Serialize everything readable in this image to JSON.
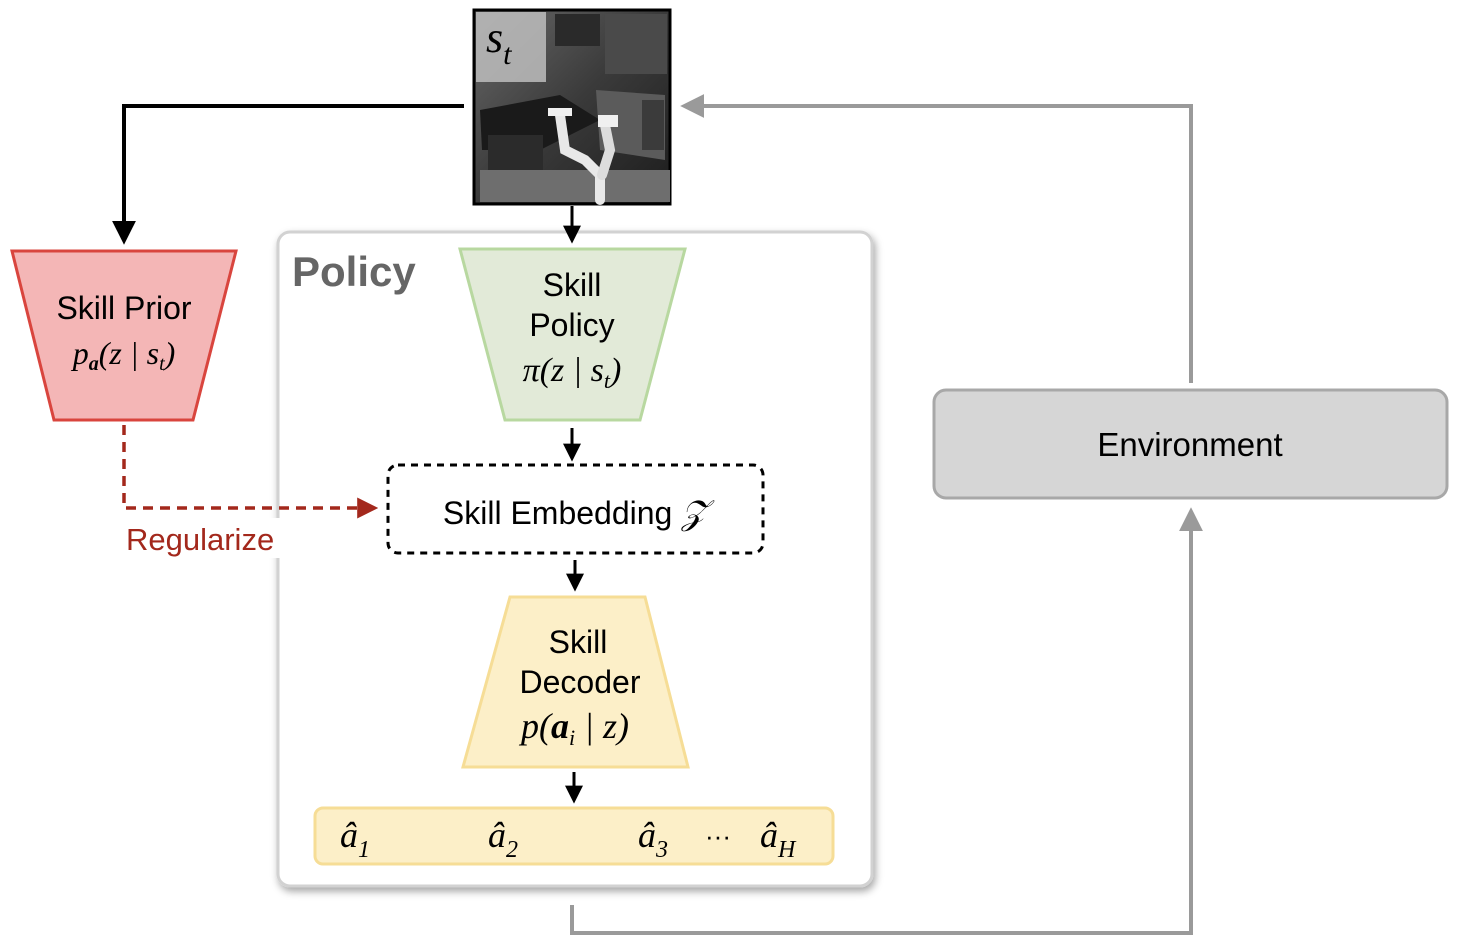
{
  "state": {
    "symbol": "s",
    "subscript": "t"
  },
  "policy": {
    "title": "Policy"
  },
  "skill_prior": {
    "line1": "Skill Prior",
    "p": "p",
    "sub": "a",
    "args": "(z | s",
    "args_sub": "t",
    "close": ")"
  },
  "skill_policy": {
    "line1": "Skill",
    "line2": "Policy",
    "pi": "π",
    "args": "(z | s",
    "args_sub": "t",
    "close": ")"
  },
  "skill_embedding": {
    "label": "Skill Embedding",
    "symbol": "𝒵"
  },
  "skill_decoder": {
    "line1": "Skill",
    "line2": "Decoder",
    "p": "p",
    "open": "(",
    "a": "a",
    "a_sub": "i",
    "rest": " | z)"
  },
  "actions": [
    {
      "base": "â",
      "sub": "1"
    },
    {
      "base": "â",
      "sub": "2"
    },
    {
      "base": "â",
      "sub": "3"
    },
    {
      "base": "â",
      "sub": "H"
    }
  ],
  "ellipsis": "···",
  "environment": {
    "label": "Environment"
  },
  "regularize": {
    "label": "Regularize"
  },
  "colors": {
    "prior_fill": "#f4b6b6",
    "prior_stroke": "#d9453e",
    "policy_fill": "#e2ead8",
    "policy_stroke": "#b8d8a0",
    "decoder_fill": "#fcefc8",
    "decoder_stroke": "#f6dd96",
    "regularize": "#a3281c",
    "gray_arrow": "#9a9a9a",
    "env_fill": "#d6d6d6",
    "env_stroke": "#a8a8a8"
  }
}
